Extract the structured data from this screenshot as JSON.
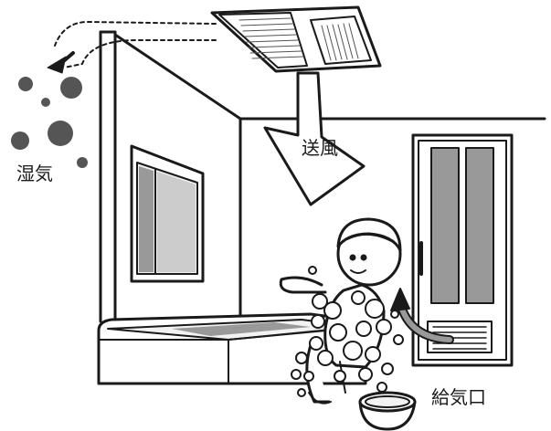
{
  "labels": {
    "humidity": "湿気",
    "airflow": "送風",
    "air_intake": "給気口"
  },
  "colors": {
    "line": "#1a1a1a",
    "gray_fill": "#999999",
    "light_fill": "#f2f2f2",
    "humidity_dots": "#555555"
  },
  "icons": [
    "ceiling-ventilation-unit-icon",
    "humidity-droplets-icon",
    "airflow-arrow-icon",
    "intake-arrow-icon",
    "bathing-child-icon",
    "bathtub-icon",
    "wash-basin-icon",
    "door-icon",
    "window-icon"
  ]
}
